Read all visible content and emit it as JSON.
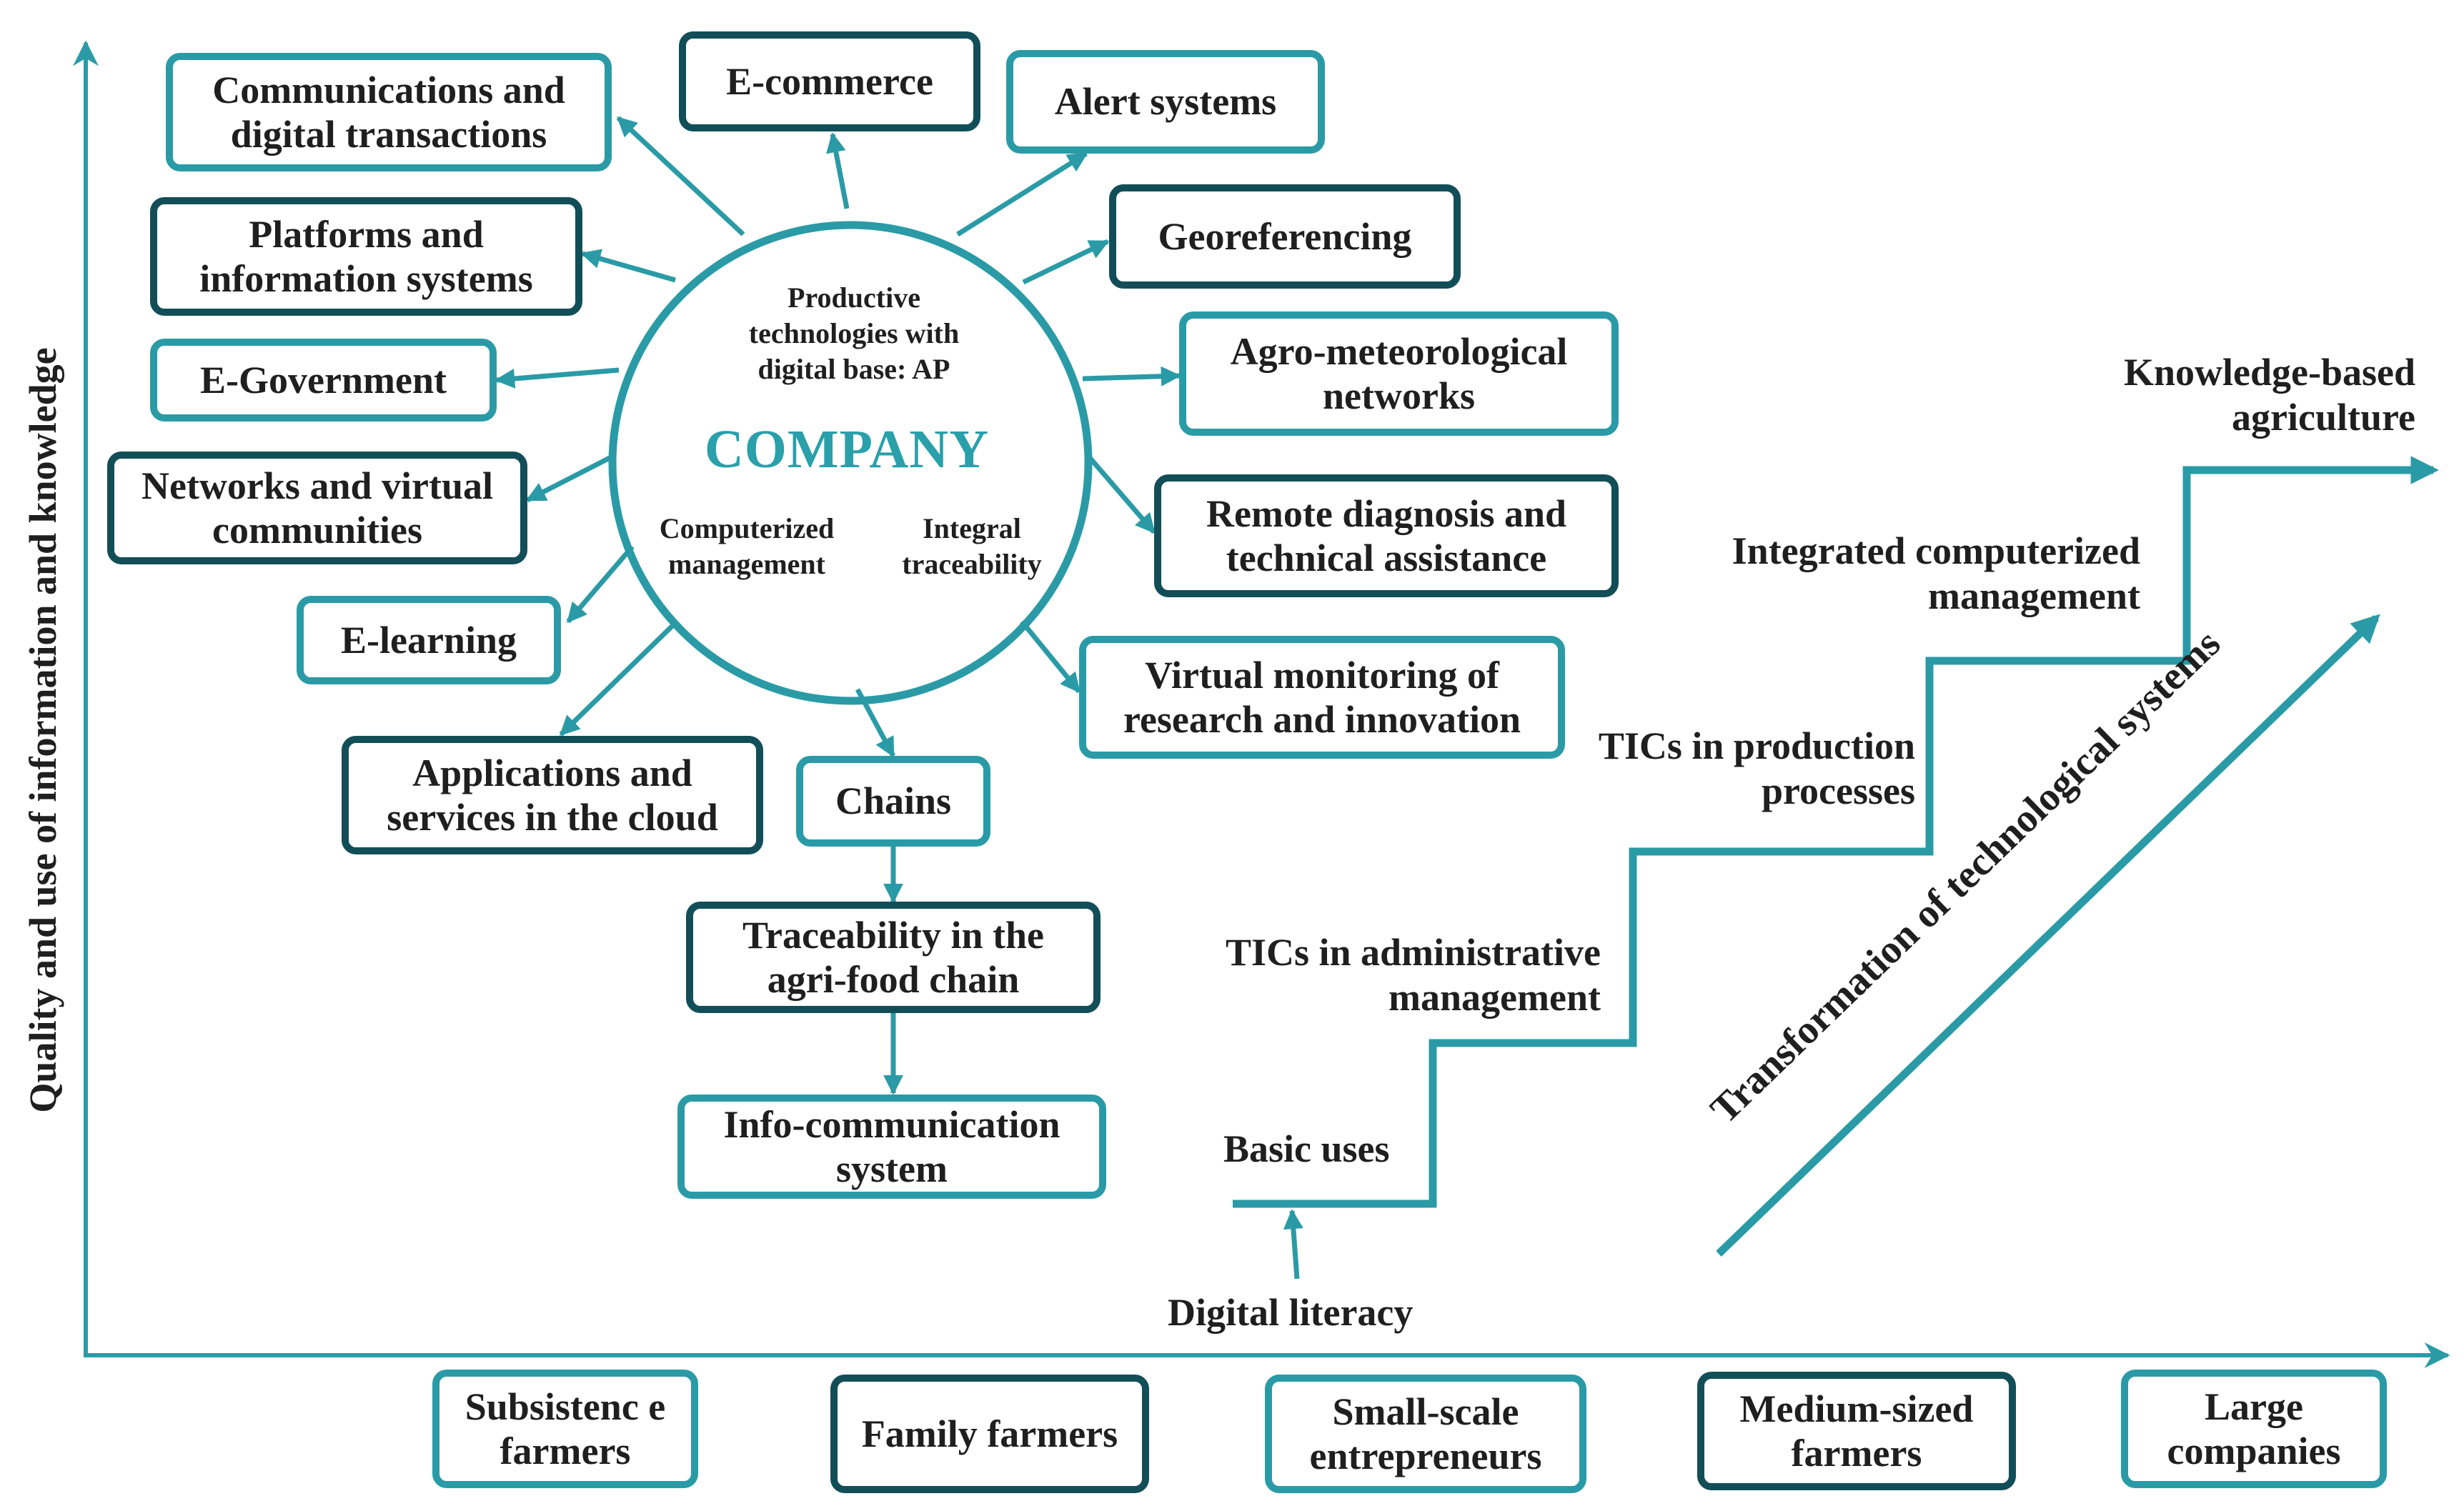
{
  "axes": {
    "y_label": "Quality and use of information and knowledge"
  },
  "center": {
    "subtitle": "Productive technologies with digital base: AP",
    "title": "COMPANY",
    "left_note": "Computerized management",
    "right_note": "Integral traceability"
  },
  "boxes": {
    "communications": "Communications and digital transactions",
    "ecommerce": "E-commerce",
    "alert": "Alert systems",
    "platforms": "Platforms and information systems",
    "georeferencing": "Georeferencing",
    "egovernment": "E-Government",
    "agromet": "Agro-meteorological networks",
    "networks": "Networks and virtual communities",
    "remote": "Remote diagnosis and technical assistance",
    "elearning": "E-learning",
    "virtual": "Virtual monitoring of research and innovation",
    "cloud": "Applications and services in the cloud",
    "chains": "Chains",
    "traceability": "Traceability in the agri-food chain",
    "infocomm": "Info-communication system"
  },
  "stairs": {
    "basic": "Basic uses",
    "admin": "TICs in administrative management",
    "production": "TICs in production processes",
    "integrated": "Integrated computerized management",
    "knowledge": "Knowledge-based agriculture",
    "literacy": "Digital literacy",
    "transformation": "Transformation of technological systems"
  },
  "farmers": {
    "subsistence": "Subsistenc e farmers",
    "family": "Family farmers",
    "small": "Small-scale entrepreneurs",
    "medium": "Medium-sized farmers",
    "large": "Large companies"
  },
  "colors": {
    "teal": "#2a9ba6",
    "dark_teal": "#124e58",
    "company_text": "#2aa0ab"
  }
}
